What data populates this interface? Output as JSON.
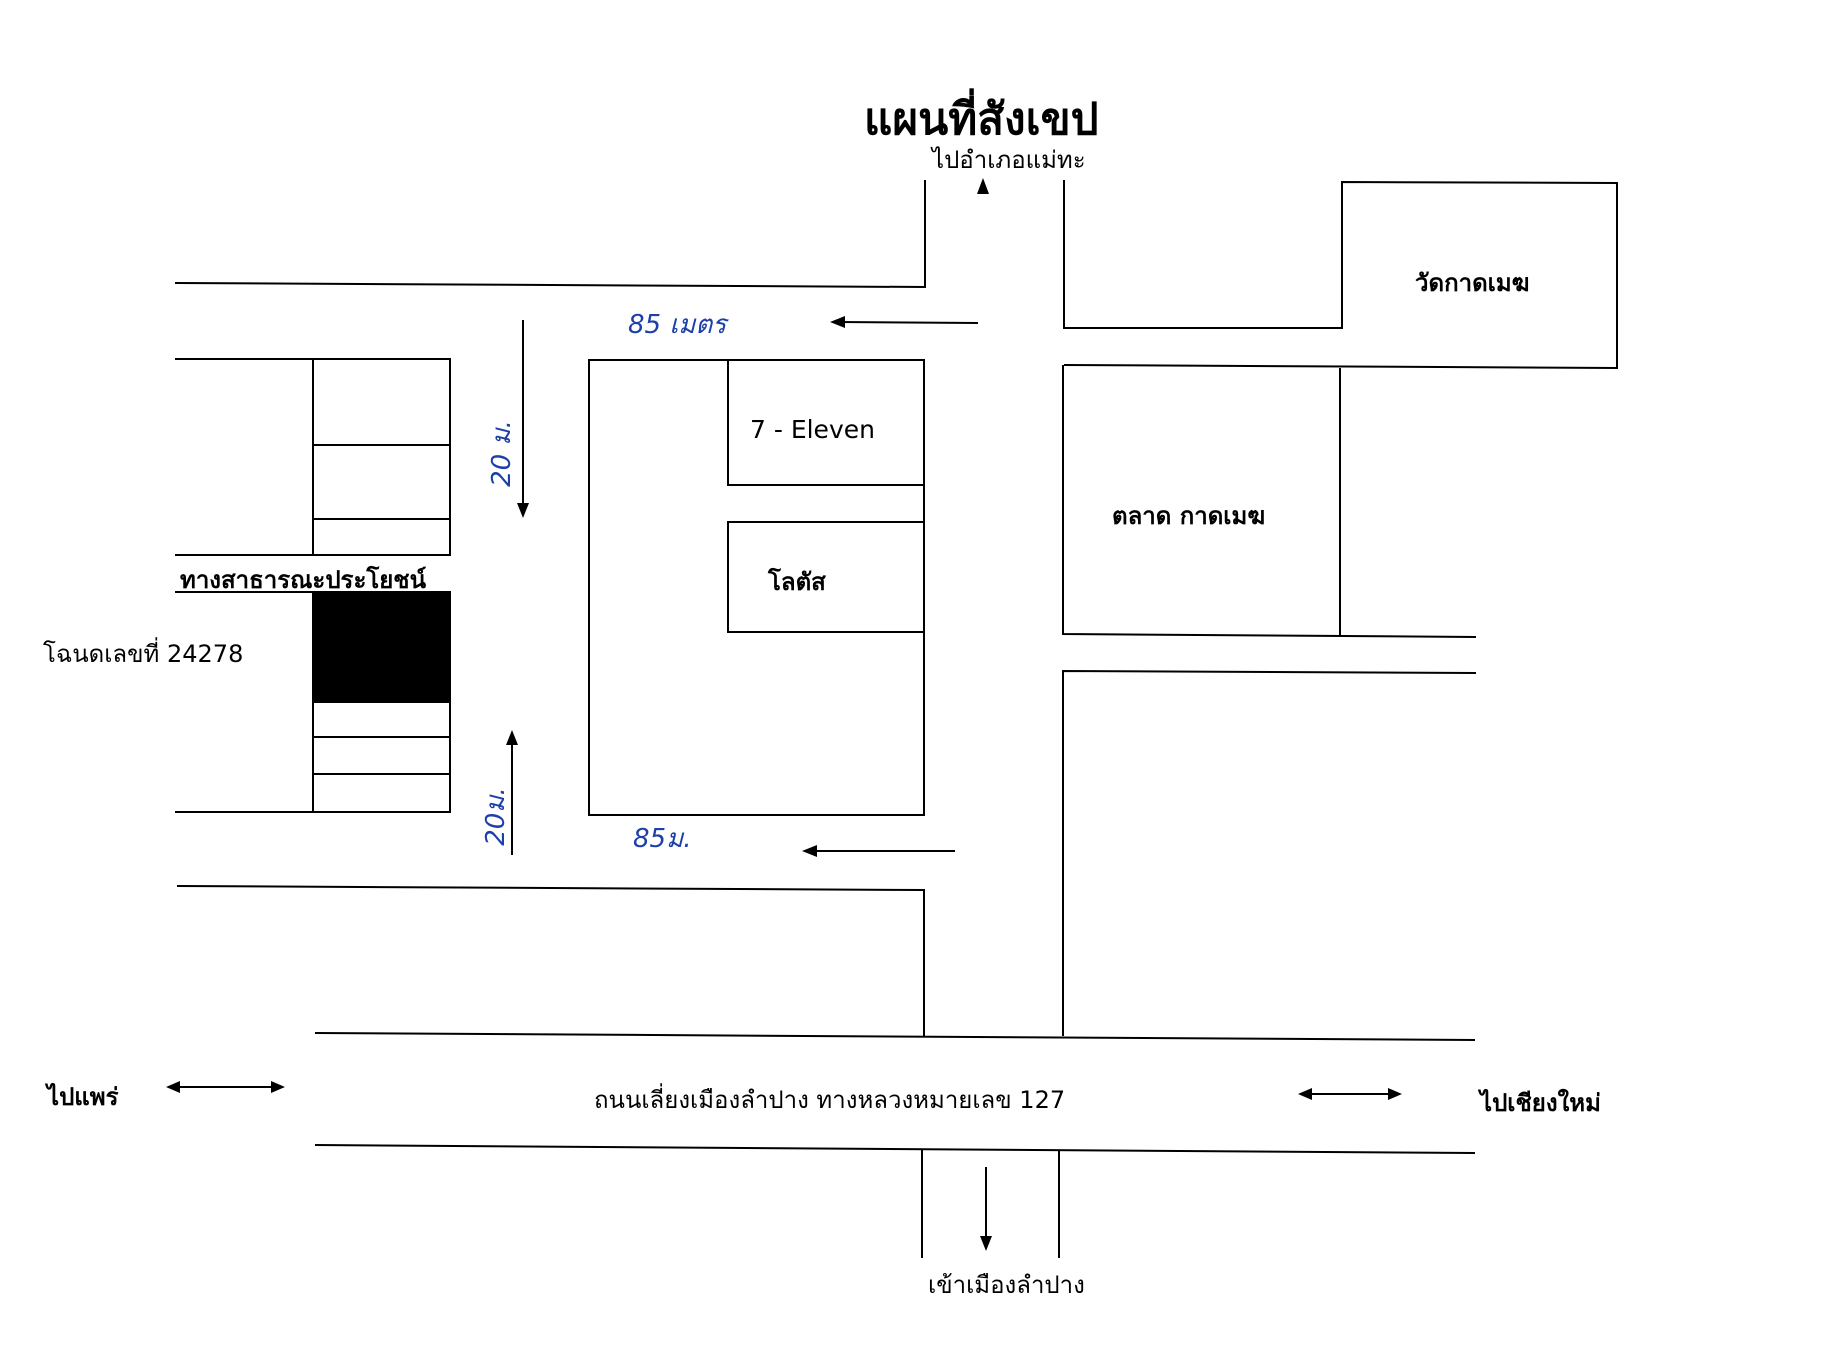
{
  "title": "แผนที่สังเขป",
  "labels": {
    "north": "ไปอำเภอแม่ทะ",
    "temple": "วัดกาดเมฆ",
    "seven_eleven": "7 - Eleven",
    "lotus": "โลตัส",
    "market": "ตลาด กาดเมฆ",
    "public_way": "ทางสาธารณะประโยชน์",
    "deed": "โฉนดเลขที่ 24278",
    "west": "ไปแพร่",
    "east": "ไปเชียงใหม่",
    "highway": "ถนนเลี่ยงเมืองลำปาง ทางหลวงหมายเลข 127",
    "south": "เข้าเมืองลำปาง"
  },
  "distances": {
    "top_road": "85 เมตร",
    "lower_road": "85ม.",
    "upper_vertical": "20 ม.",
    "lower_vertical": "20ม."
  },
  "colors": {
    "ink": "#000000",
    "handwriting": "#1c3fa8",
    "parcel": "#000000"
  }
}
